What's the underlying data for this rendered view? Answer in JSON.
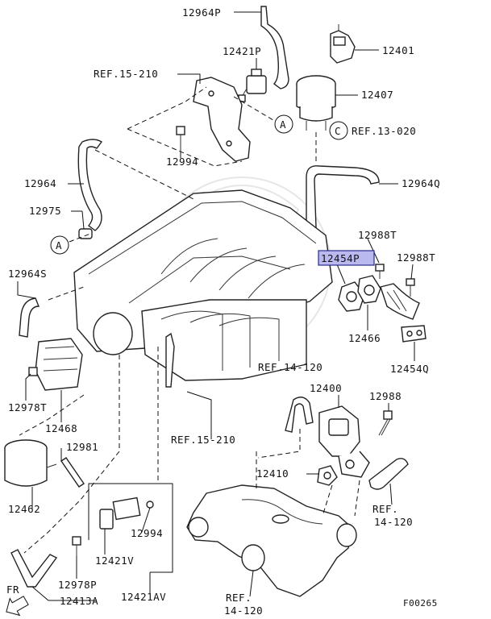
{
  "labels": {
    "p12964P": "12964P",
    "p12401": "12401",
    "p12421P": "12421P",
    "ref15210top": "REF.15-210",
    "p12407": "12407",
    "refA1": "A",
    "refC": "C",
    "ref13020": "REF.13-020",
    "p12994top": "12994",
    "p12964": "12964",
    "p12964Q": "12964Q",
    "p12975": "12975",
    "refA2": "A",
    "p12988T_1": "12988T",
    "p12454P": "12454P",
    "p12988T_2": "12988T",
    "p12964S": "12964S",
    "p12466": "12466",
    "p12454Q": "12454Q",
    "ref14120mid": "REF.14-120",
    "p12400": "12400",
    "p12988": "12988",
    "p12978T": "12978T",
    "p12468": "12468",
    "ref15210mid": "REF.15-210",
    "p12981": "12981",
    "p12410": "12410",
    "p12462": "12462",
    "p12994bot": "12994",
    "ref14120right_a": "REF.",
    "ref14120right_b": "14-120",
    "p12421V": "12421V",
    "fr": "FR",
    "p12978P": "12978P",
    "p12413A": "12413A",
    "p12421AV": "12421AV",
    "ref14120bot_a": "REF.",
    "ref14120bot_b": "14-120",
    "code": "F00265"
  },
  "highlight_color": "#b9b9f0"
}
